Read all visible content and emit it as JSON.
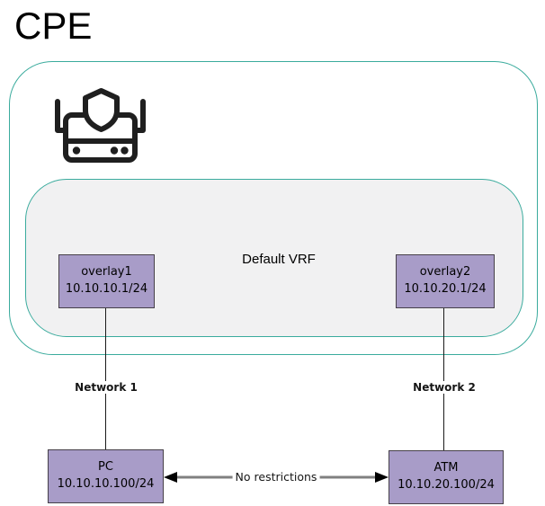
{
  "title": "CPE",
  "colors": {
    "teal_border": "#3aab9d",
    "vrf_fill": "#f1f1f2",
    "node_fill": "#a89cc8",
    "node_border": "#464049",
    "connection_line": "#808080",
    "connection_arrowhead": "#000000",
    "icon_stroke": "#1f1f1f"
  },
  "cpe": {
    "icon": "router-shield-icon",
    "vrf": {
      "label": "Default VRF",
      "interfaces": [
        {
          "name": "overlay1",
          "ip": "10.10.10.1/24"
        },
        {
          "name": "overlay2",
          "ip": "10.10.20.1/24"
        }
      ]
    }
  },
  "links": [
    {
      "label": "Network 1"
    },
    {
      "label": "Network 2"
    }
  ],
  "devices": [
    {
      "name": "PC",
      "ip": "10.10.10.100/24"
    },
    {
      "name": "ATM",
      "ip": "10.10.20.100/24"
    }
  ],
  "connection": {
    "label": "No restrictions"
  }
}
